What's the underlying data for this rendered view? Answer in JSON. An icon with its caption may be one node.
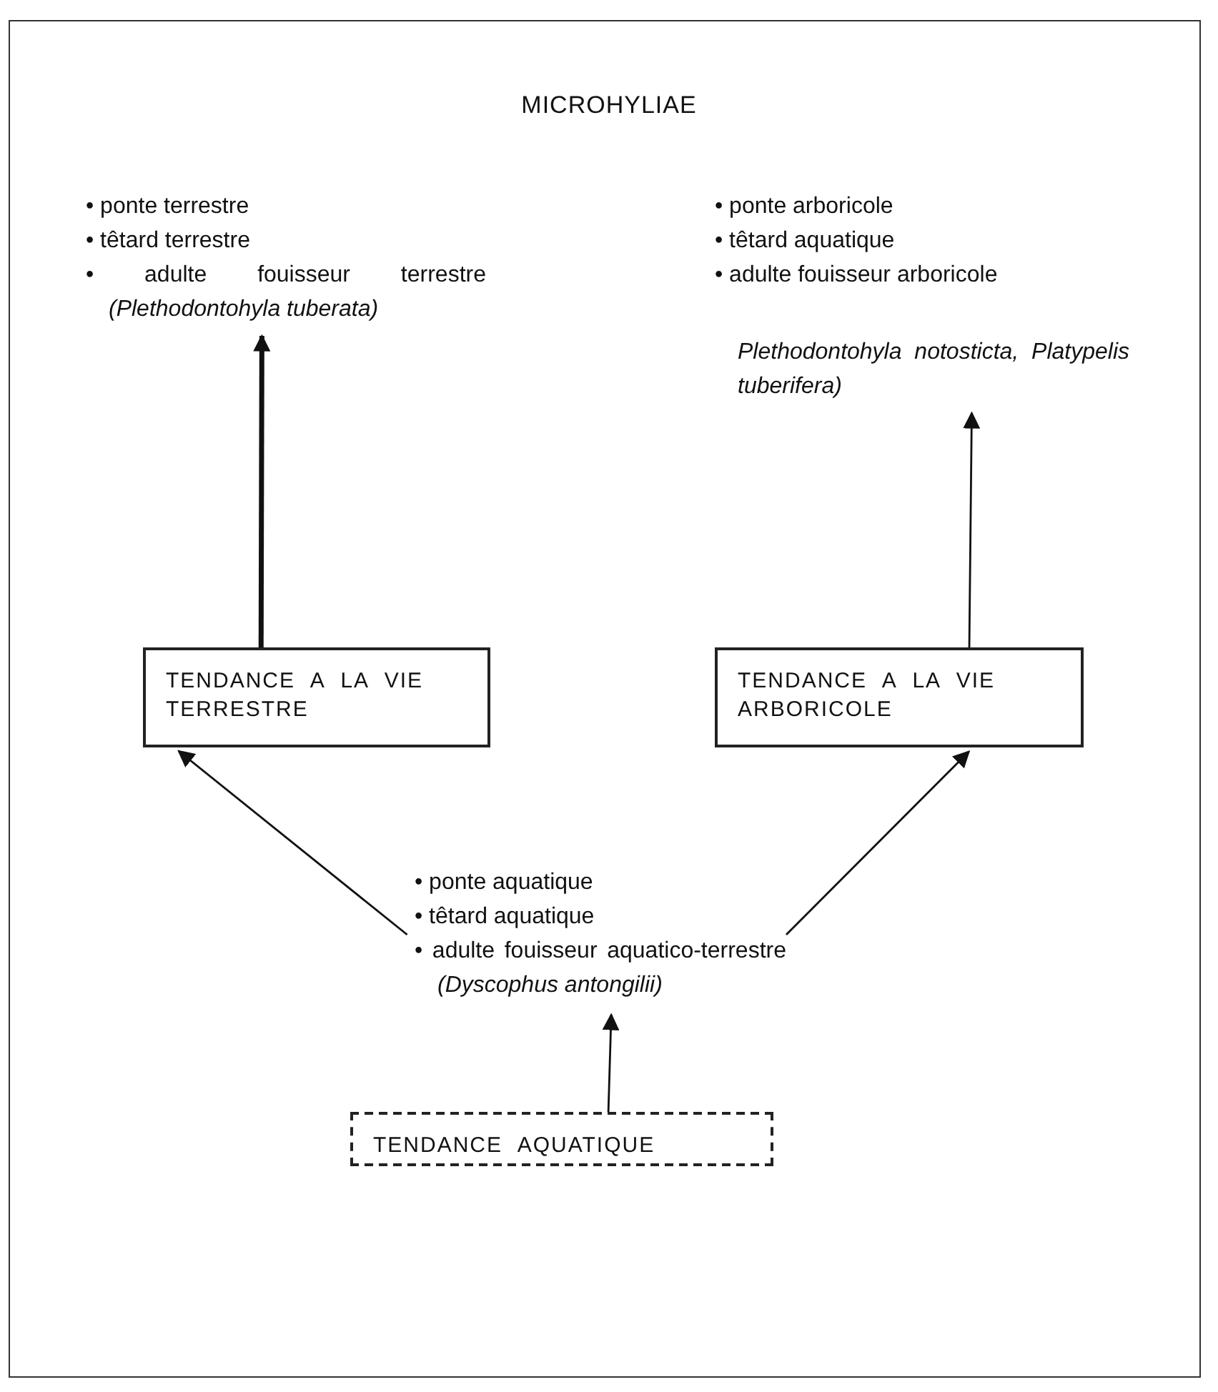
{
  "diagram": {
    "title": "MICROHYLIAE",
    "nodes": [
      {
        "text": [
          "• ponte terrestre",
          "• têtard terrestre",
          "• adulte fouisseur terrestre *(Plethodontohyla tuberata)*"
        ]
      },
      {
        "text": [
          "• ponte arboricole",
          "• têtard aquatique",
          "• adulte fouisseur arboricole"
        ],
        "beside": [
          "Plethodontohyla notosticta, Platypelis tuberifera)"
        ]
      },
      {
        "text": [
          "TENDANCE A LA VIE TERRESTRE"
        ]
      },
      {
        "text": [
          "TENDANCE A LA VIE ARBORICOLE"
        ]
      },
      {
        "text": [
          "• ponte aquatique",
          "• têtard aquatique",
          "• adulte fouisseur aquatico-terrestre *(Dyscophus antongilii)*"
        ]
      },
      {
        "text": [
          "TENDANCE AQUATIQUE"
        ]
      }
    ],
    "edges": [
      {
        "from": 2,
        "to": 0,
        "arrow": "to",
        "style": "thick"
      },
      {
        "from": 3,
        "to": 1,
        "arrow": "to"
      },
      {
        "from": 4,
        "to": 2,
        "arrow": "to"
      },
      {
        "from": 4,
        "to": 3,
        "arrow": "to"
      },
      {
        "from": 5,
        "to": 4,
        "arrow": "to"
      }
    ]
  }
}
